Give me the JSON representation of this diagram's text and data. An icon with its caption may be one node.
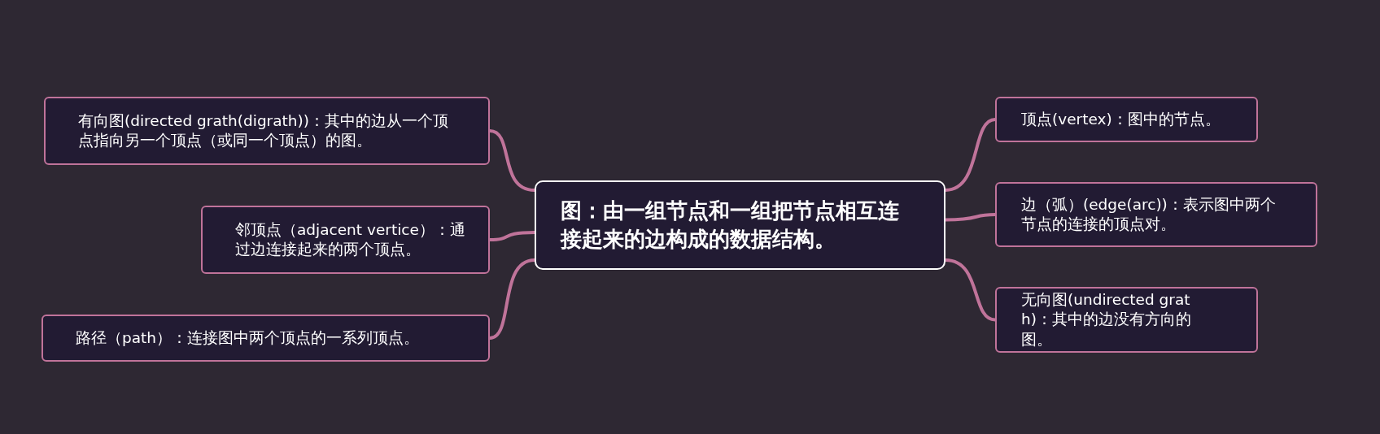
{
  "diagram": {
    "nodes": [
      {
        "text": [
          "图：由一组节点和一组把节点相互连接起来的边构成的数据结构。"
        ]
      },
      {
        "text": [
          "有向图(directed grath(digrath))：其中的边从一个顶点指向另一个顶点（或同一个顶点）的图。"
        ]
      },
      {
        "text": [
          "邻顶点（adjacent vertice）：通过边连接起来的两个顶点。"
        ]
      },
      {
        "text": [
          "路径（path）：连接图中两个顶点的一系列顶点。"
        ]
      },
      {
        "text": [
          "顶点(vertex)：图中的节点。"
        ]
      },
      {
        "text": [
          "边（弧）(edge(arc))：表示图中两个节点的连接的顶点对。"
        ]
      },
      {
        "text": [
          "无向图(undirected grath)：其中的边没有方向的图。"
        ]
      }
    ],
    "edges": [
      {
        "from": 0,
        "to": 1,
        "arrow": "none"
      },
      {
        "from": 0,
        "to": 2,
        "arrow": "none"
      },
      {
        "from": 0,
        "to": 3,
        "arrow": "none"
      },
      {
        "from": 0,
        "to": 4,
        "arrow": "none"
      },
      {
        "from": 0,
        "to": 5,
        "arrow": "none"
      },
      {
        "from": 0,
        "to": 6,
        "arrow": "none"
      }
    ]
  }
}
